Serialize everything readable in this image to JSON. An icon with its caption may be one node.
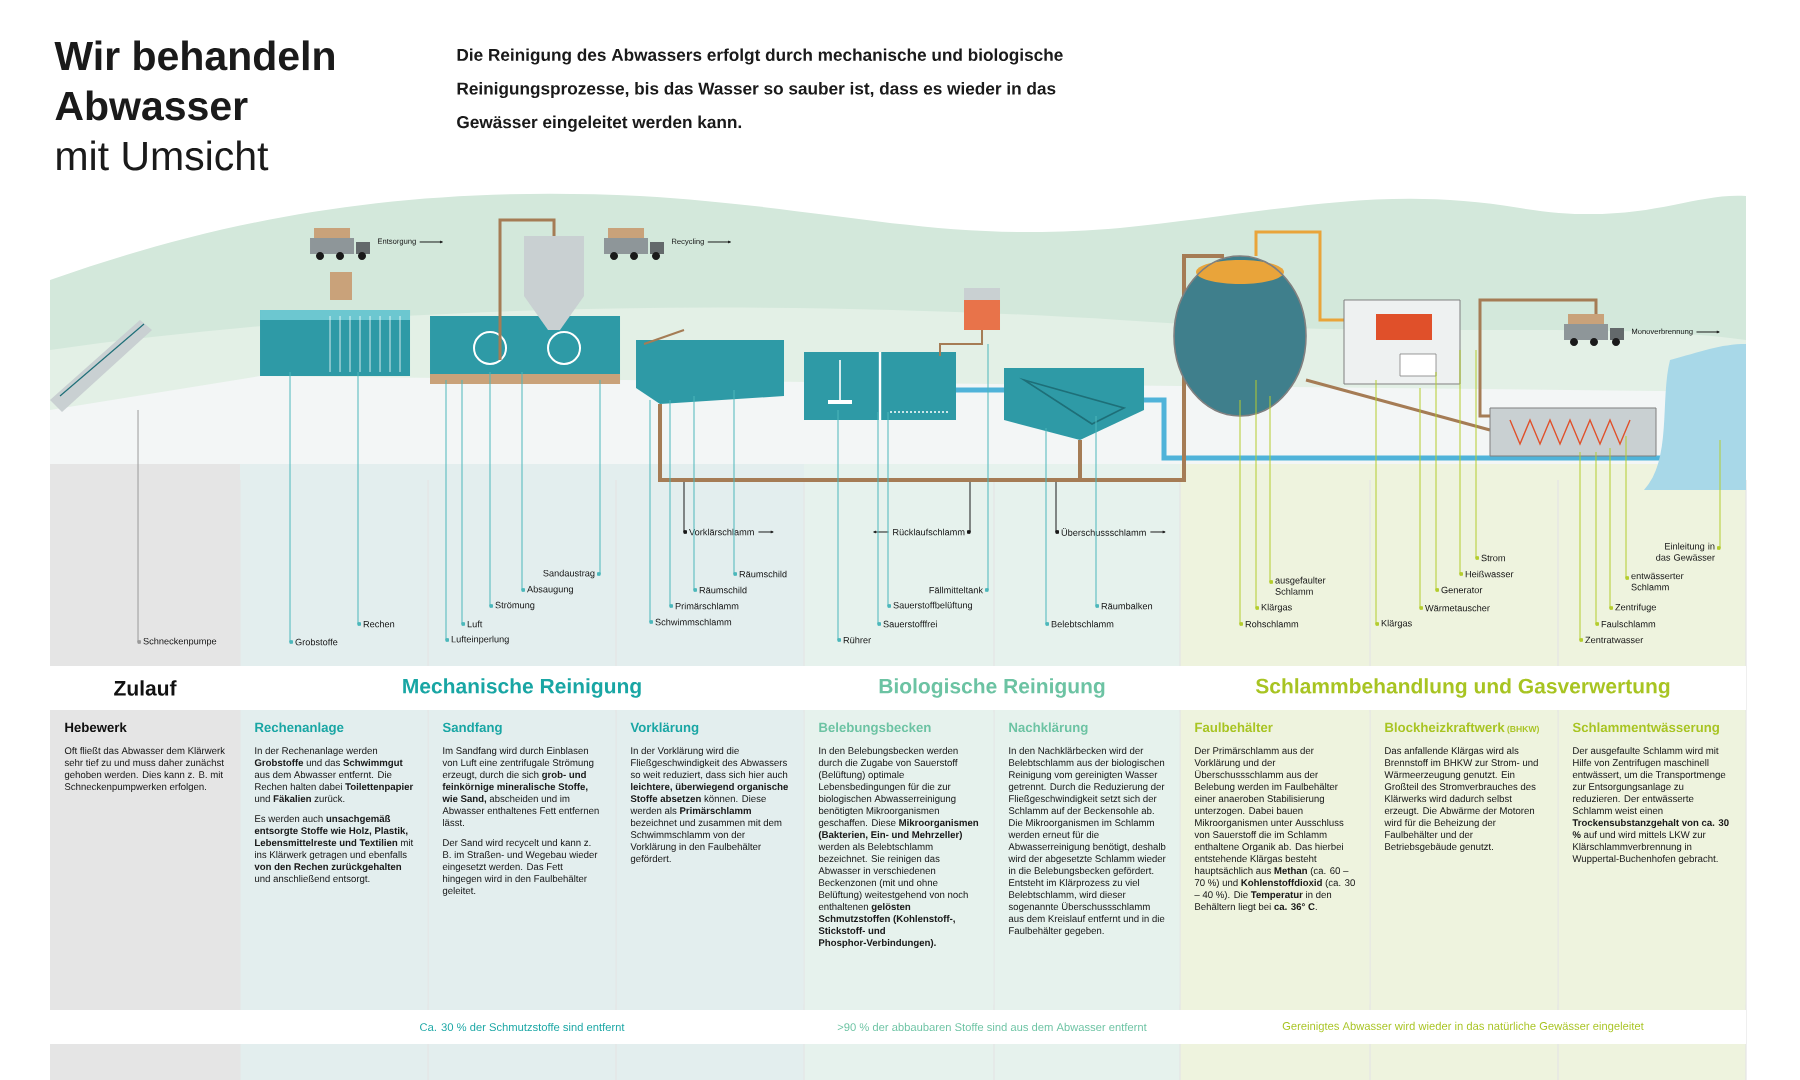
{
  "diagram": {
    "title": "**Wir behandeln Abwasser** mit Umsicht",
    "nodes": [
      {
        "text": [
          "Schneckenpumpe"
        ]
      },
      {
        "text": [
          "Grobstoffe"
        ]
      },
      {
        "text": [
          "Rechen"
        ]
      },
      {
        "text": [
          "Lufteinperlung"
        ]
      },
      {
        "text": [
          "Luft"
        ]
      },
      {
        "text": [
          "Strömung"
        ]
      },
      {
        "text": [
          "Absaugung"
        ]
      },
      {
        "text": [
          "Sandaustrag"
        ]
      },
      {
        "text": [
          "Schwimmschlamm"
        ]
      },
      {
        "text": [
          "Primärschlamm"
        ]
      },
      {
        "text": [
          "Räumschild"
        ]
      },
      {
        "text": [
          "Räumschild"
        ]
      },
      {
        "text": [
          "Vorklärschlamm"
        ]
      },
      {
        "text": [
          "Rührer"
        ]
      },
      {
        "text": [
          "Sauerstofffrei"
        ]
      },
      {
        "text": [
          "Sauerstoffbelüftung"
        ]
      },
      {
        "text": [
          "Fällmitteltank"
        ]
      },
      {
        "text": [
          "Rücklaufschlamm"
        ]
      },
      {
        "text": [
          "Belebtschlamm"
        ]
      },
      {
        "text": [
          "Räumbalken"
        ]
      },
      {
        "text": [
          "Überschussschlamm"
        ]
      },
      {
        "text": [
          "Rohschlamm"
        ]
      },
      {
        "text": [
          "Klärgas"
        ]
      },
      {
        "text": [
          "ausgefaulter Schlamm"
        ]
      },
      {
        "text": [
          "Klärgas"
        ]
      },
      {
        "text": [
          "Wärmetauscher"
        ]
      },
      {
        "text": [
          "Generator"
        ]
      },
      {
        "text": [
          "Heißwasser"
        ]
      },
      {
        "text": [
          "Strom"
        ]
      },
      {
        "text": [
          "Zentratwasser"
        ]
      },
      {
        "text": [
          "Faulschlamm"
        ]
      },
      {
        "text": [
          "Zentrifuge"
        ]
      },
      {
        "text": [
          "entwässerter Schlamm"
        ]
      },
      {
        "text": [
          "Einleitung in das Gewässer"
        ]
      },
      {
        "text": [
          "Zulauf"
        ]
      },
      {
        "text": [
          "Hebewerk",
          "Oft fließt das Abwasser dem Klärwerk sehr tief zu und muss daher zunächst gehoben werden. Dies kann z. B. mit Schneckenpumpwerken erfolgen."
        ]
      },
      {
        "text": [
          "Mechanische Reinigung"
        ]
      },
      {
        "text": [
          "Rechenanlage",
          "In der Rechenanlage werden **Grobstoffe** und das **Schwimmgut** aus dem Abwasser entfernt. Die Rechen halten dabei **Toilettenpapier** und **Fäkalien** zurück.",
          "Es werden auch **unsachgemäß entsorgte Stoffe wie Holz, Plastik, Lebensmittelreste und Textilien** mit ins Klärwerk getragen und ebenfalls **von den Rechen zurückgehalten** und anschließend entsorgt."
        ]
      },
      {
        "text": [
          "Sandfang",
          "Im Sandfang wird durch Einblasen von Luft eine zentrifugale Strömung erzeugt, durch die sich **grob- und feinkörnige mineralische Stoffe, wie Sand,** abscheiden und im Abwasser enthaltenes Fett entfernen lässt.",
          "Der Sand wird recycelt und kann z. B. im Straßen- und Wegebau wieder eingesetzt werden. Das Fett hingegen wird in den Faulbehälter geleitet."
        ]
      },
      {
        "text": [
          "Vorklärung",
          "In der Vorklärung wird die Fließgeschwindigkeit des Abwassers so weit reduziert, dass sich hier auch **leichtere, überwiegend organische Stoffe absetzen** können. Diese werden als **Primärschlamm** bezeichnet und zusammen mit dem Schwimmschlamm von der Vorklärung in den Faulbehälter gefördert."
        ]
      },
      {
        "text": [
          "Biologische Reinigung"
        ]
      },
      {
        "text": [
          "Belebungsbecken",
          "In den Belebungsbecken werden durch die Zugabe von Sauerstoff (Belüftung) optimale Lebensbedingungen für die zur biologischen Abwasserreinigung benötigten Mikroorganismen geschaffen. Diese **Mikroorganismen (Bakterien, Ein- und Mehrzeller)** werden als Belebtschlamm bezeichnet. Sie reinigen das Abwasser in verschiedenen Beckenzonen (mit und ohne Belüftung) weitestgehend von noch enthaltenen **gelösten Schmutzstoffen (Kohlenstoff-, Stickstoff- und Phosphor-Verbindungen).**"
        ]
      },
      {
        "text": [
          "Nachklärung",
          "In den Nachklärbecken wird der Belebtschlamm aus der biologischen Reinigung vom gereinigten Wasser getrennt. Durch die Reduzierung der Fließgeschwindigkeit setzt sich der Schlamm auf der Beckensohle ab. Die Mikroorganismen im Schlamm werden erneut für die Abwasserreinigung benötigt, deshalb wird der abgesetzte Schlamm wieder in die Belebungsbecken gefördert. Entsteht im Klärprozess zu viel Belebtschlamm, wird dieser sogenannte Überschussschlamm aus dem Kreislauf entfernt und in die Faulbehälter gegeben."
        ]
      },
      {
        "text": [
          "Schlammbehandlung und Gasverwertung"
        ]
      },
      {
        "text": [
          "Faulbehälter",
          "Der Primärschlamm aus der Vorklärung und der Überschussschlamm aus der Belebung werden im Faulbehälter einer anaeroben Stabilisierung unterzogen. Dabei bauen Mikroorganismen unter Ausschluss von Sauerstoff die im Schlamm enthaltene Organik ab. Das hierbei entstehende Klärgas besteht hauptsächlich aus **Methan** (ca. 60 – 70 %) und **Kohlenstoffdioxid** (ca. 30 – 40 %). Die **Temperatur** in den Behältern liegt bei **ca. 36° C**."
        ]
      },
      {
        "text": [
          "Blockheizkraftwerk",
          "(BHKW)",
          "Das anfallende Klärgas wird als Brennstoff im BHKW zur Strom- und Wärmeerzeugung genutzt. Ein Großteil des Stromverbrauches des Klärwerks wird dadurch selbst erzeugt. Die Abwärme der Motoren wird für die Beheizung der Faulbehälter und der Betriebsgebäude genutzt."
        ]
      },
      {
        "text": [
          "Schlammentwässerung",
          "Der ausgefaulte Schlamm wird mit Hilfe von Zentrifugen maschinell entwässert, um die Transportmenge zur Entsorgungsanlage zu reduzieren. Der entwässerte Schlamm weist einen **Trockensubstanzgehalt von ca. 30 %** auf und wird mittels LKW zur Klärschlammverbrennung in Wuppertal-Buchenhofen gebracht."
        ]
      }
    ],
    "edges": [
      {
        "from": 0,
        "to": null,
        "arrow": "other",
        "color": "#9a9a9a"
      },
      {
        "from": 1,
        "to": null,
        "arrow": "other"
      },
      {
        "from": 2,
        "to": null,
        "arrow": "other"
      },
      {
        "from": 3,
        "to": null,
        "arrow": "other"
      },
      {
        "from": 4,
        "to": null,
        "arrow": "other"
      },
      {
        "from": 5,
        "to": null,
        "arrow": "other"
      },
      {
        "from": 6,
        "to": null,
        "arrow": "other"
      },
      {
        "from": 7,
        "to": null,
        "arrow": "other"
      },
      {
        "from": 8,
        "to": null,
        "arrow": "other"
      },
      {
        "from": 9,
        "to": null,
        "arrow": "other"
      },
      {
        "from": 10,
        "to": null,
        "arrow": "other"
      },
      {
        "from": 11,
        "to": null,
        "arrow": "other"
      },
      {
        "from": 12,
        "to": null,
        "arrow": "other",
        "color": "#1a1a1a"
      },
      {
        "from": 13,
        "to": null,
        "arrow": "other"
      },
      {
        "from": 14,
        "to": null,
        "arrow": "other"
      },
      {
        "from": 15,
        "to": null,
        "arrow": "other"
      },
      {
        "from": 16,
        "to": null,
        "arrow": "other"
      },
      {
        "from": 17,
        "to": null,
        "arrow": "other",
        "color": "#1a1a1a"
      },
      {
        "from": 18,
        "to": null,
        "arrow": "other"
      },
      {
        "from": 19,
        "to": null,
        "arrow": "other"
      },
      {
        "from": 20,
        "to": null,
        "arrow": "other",
        "color": "#1a1a1a"
      },
      {
        "from": 21,
        "to": null,
        "arrow": "other",
        "color": "#b5cd2f"
      },
      {
        "from": 22,
        "to": null,
        "arrow": "other",
        "color": "#b5cd2f"
      },
      {
        "from": 23,
        "to": null,
        "arrow": "other",
        "color": "#b5cd2f"
      },
      {
        "from": 24,
        "to": null,
        "arrow": "other",
        "color": "#b5cd2f"
      },
      {
        "from": 25,
        "to": null,
        "arrow": "other",
        "color": "#b5cd2f"
      },
      {
        "from": 26,
        "to": null,
        "arrow": "other",
        "color": "#b5cd2f"
      },
      {
        "from": 27,
        "to": null,
        "arrow": "other",
        "color": "#b5cd2f"
      },
      {
        "from": 28,
        "to": null,
        "arrow": "other",
        "color": "#b5cd2f"
      },
      {
        "from": 29,
        "to": null,
        "arrow": "other",
        "color": "#b5cd2f"
      },
      {
        "from": 30,
        "to": null,
        "arrow": "other",
        "color": "#b5cd2f"
      },
      {
        "from": 31,
        "to": null,
        "arrow": "other",
        "color": "#b5cd2f"
      },
      {
        "from": 32,
        "to": null,
        "arrow": "other",
        "color": "#b5cd2f"
      },
      {
        "from": 33,
        "to": null,
        "arrow": "other",
        "color": "#b5cd2f"
      }
    ],
    "labels": [
      "Die Reinigung des Abwassers erfolgt durch mechanische und biologische Reinigungsprozesse, bis das Wasser so sauber ist, dass es wieder in das Gewässer eingeleitet werden kann.",
      "Entsorgung",
      "Recycling",
      "Monoverbrennung",
      "Ca. 30 % der Schmutzstoffe sind entfernt",
      ">90 % der abbaubaren Stoffe sind aus dem Abwasser entfernt",
      "Gereinigtes Abwasser wird wieder in das natürliche Gewässer eingeleitet"
    ]
  }
}
